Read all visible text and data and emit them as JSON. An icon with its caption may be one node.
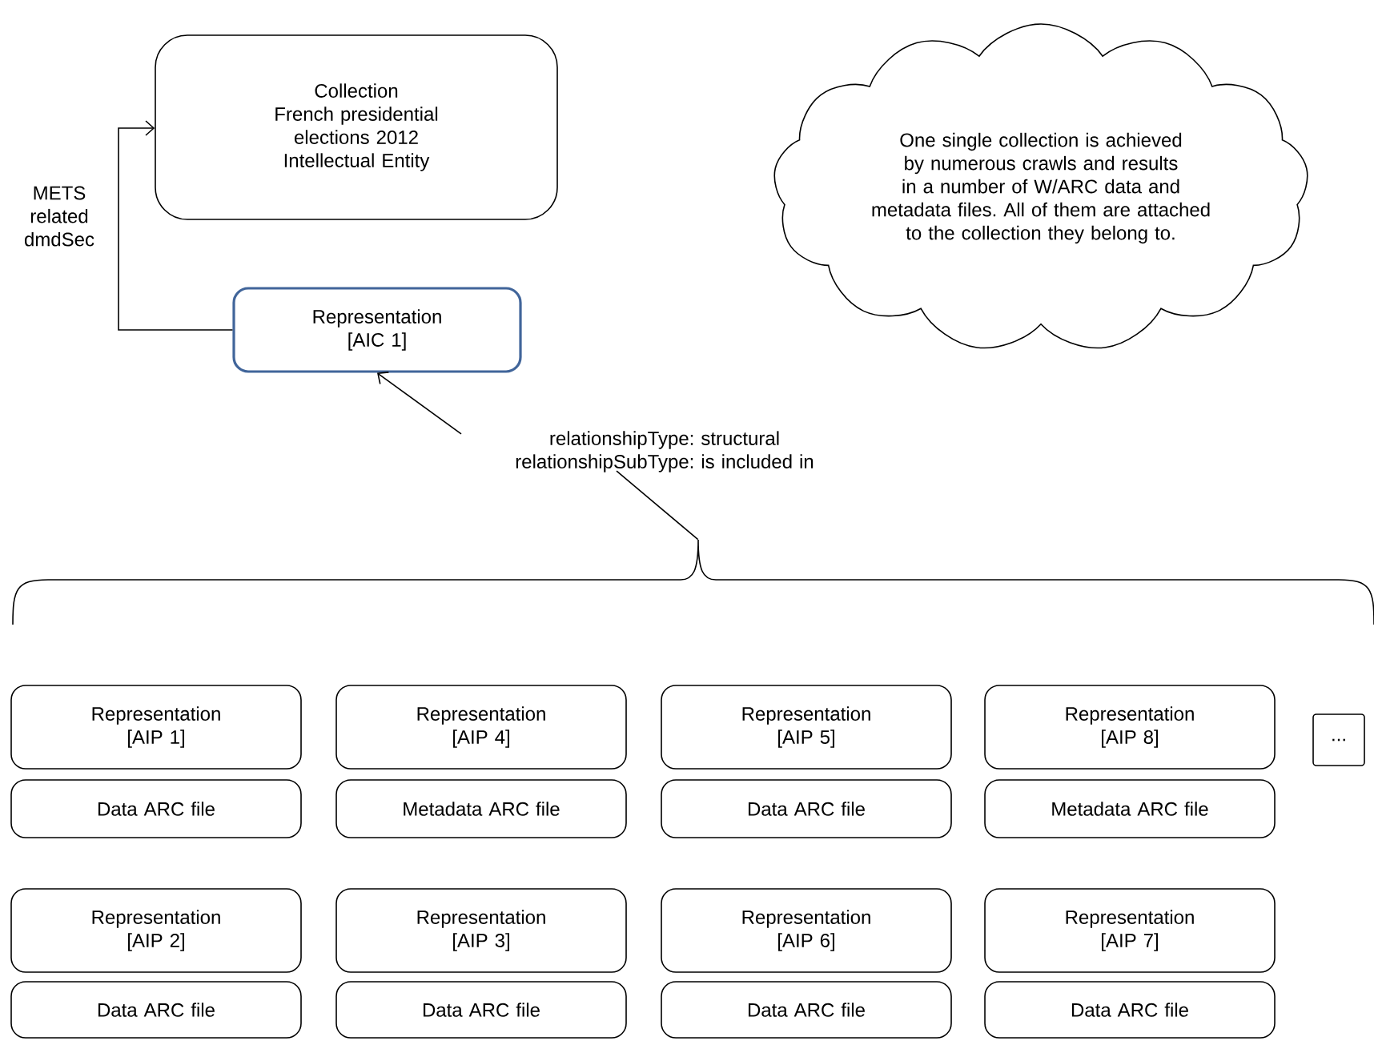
{
  "diagram": {
    "nodes": [
      {
        "text": [
          "Collection",
          "French presidential elections 2012",
          "Intellectual Entity"
        ]
      },
      {
        "text": [
          "One single collection is achieved by numerous crawls and results in a number of W/ARC data and metadata files. All of them are attached to the collection they belong to."
        ]
      },
      {
        "text": [
          "Representation [AIC 1]"
        ]
      },
      {
        "text": [
          "relationshipType: structural relationshipSubType: is included in"
        ]
      },
      {
        "text": [
          "Representation [AIP 1]"
        ]
      },
      {
        "text": [
          "Representation [AIP 4]"
        ]
      },
      {
        "text": [
          "Representation [AIP 5]"
        ]
      },
      {
        "text": [
          "Representation [AIP 8]"
        ]
      },
      {
        "text": [
          "..."
        ]
      },
      {
        "text": [
          "Data ARC file"
        ]
      },
      {
        "text": [
          "Metadata ARC file"
        ]
      },
      {
        "text": [
          "Data ARC file"
        ]
      },
      {
        "text": [
          "Metadata ARC file"
        ]
      },
      {
        "text": [
          "Representation [AIP 2]"
        ]
      },
      {
        "text": [
          "Representation [AIP 3]"
        ]
      },
      {
        "text": [
          "Representation [AIP 6]"
        ]
      },
      {
        "text": [
          "Representation [AIP 7]"
        ]
      },
      {
        "text": [
          "Data ARC file"
        ]
      },
      {
        "text": [
          "Data ARC file"
        ]
      },
      {
        "text": [
          "Data ARC file"
        ]
      },
      {
        "text": [
          "Data ARC file"
        ]
      },
      {
        "text": [],
        "shape": "brace"
      }
    ],
    "edges": [
      {
        "from": 2,
        "to": 0,
        "arrow": "to",
        "label": "METS related dmdSec"
      },
      {
        "from": 3,
        "to": 2,
        "arrow": "to"
      },
      {
        "from": 3,
        "to": 21,
        "arrow": "none"
      }
    ]
  }
}
